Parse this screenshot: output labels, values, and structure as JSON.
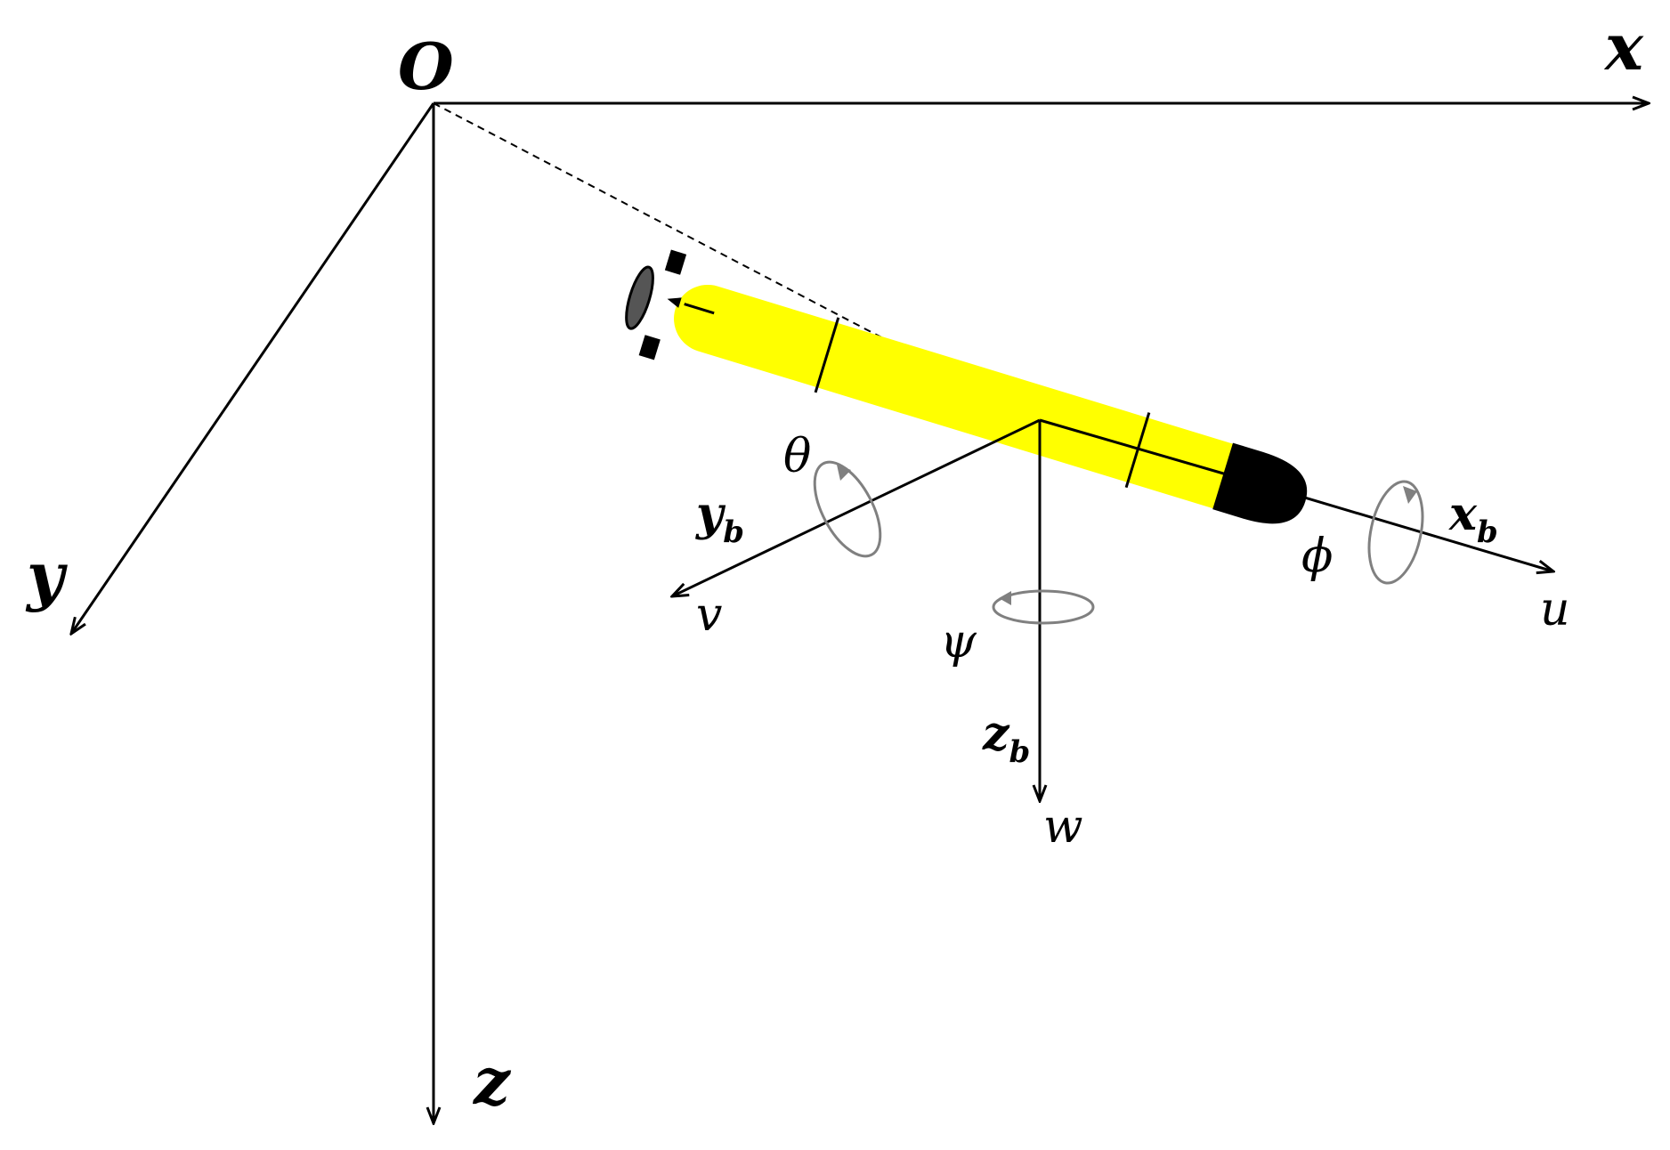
{
  "inertial_frame": {
    "origin_label": "O",
    "x_label": "x",
    "y_label": "y",
    "z_label": "z"
  },
  "body_frame": {
    "xb_main": "x",
    "xb_sub": "b",
    "yb_main": "y",
    "yb_sub": "b",
    "zb_main": "z",
    "zb_sub": "b"
  },
  "velocities": {
    "u": "u",
    "v": "v",
    "w": "w"
  },
  "angles": {
    "roll": "ϕ",
    "pitch": "θ",
    "yaw": "ψ"
  },
  "colors": {
    "axis": "#000000",
    "vehicle_body": "#ffff00",
    "vehicle_nose": "#000000",
    "rotation_arrows": "#808080",
    "propeller": "#555555"
  }
}
